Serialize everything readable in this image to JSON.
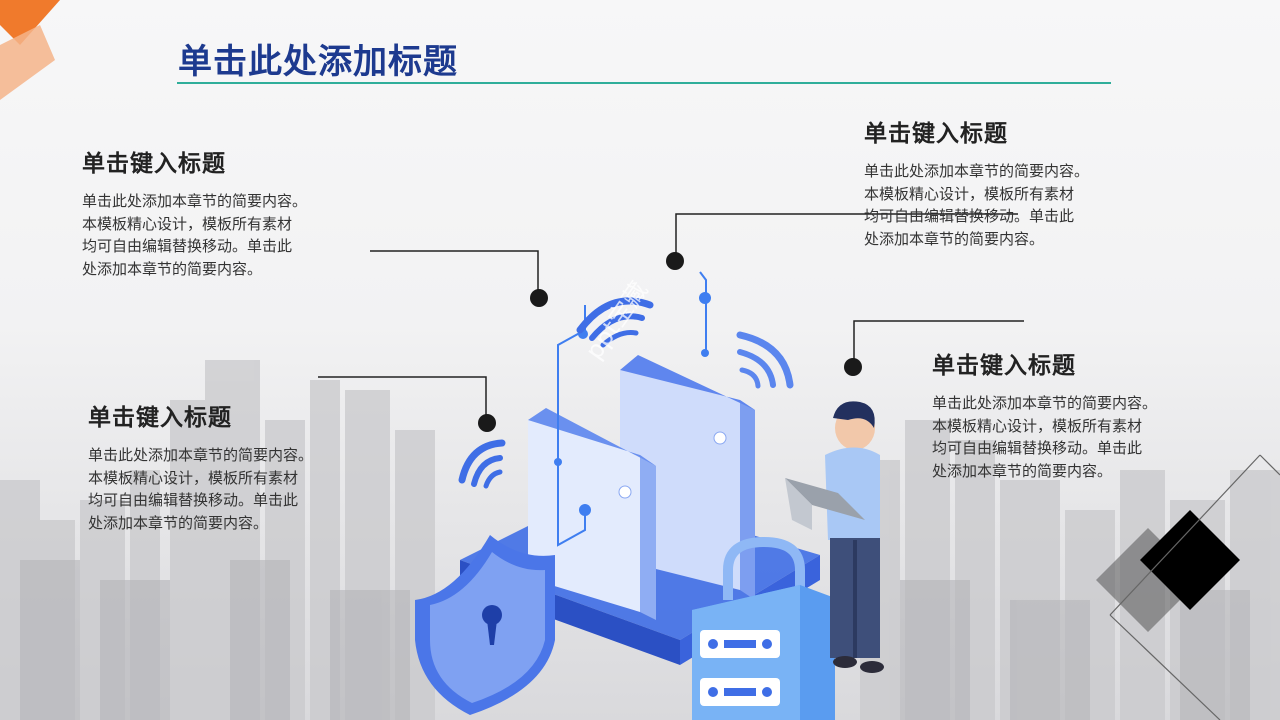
{
  "slide": {
    "title": "单击此处添加标题",
    "watermark": "ppt宝藏"
  },
  "blocks": [
    {
      "heading": "单击键入标题",
      "lines": [
        "单击此处添加本章节的简要内容。",
        "本模板精心设计，模板所有素材",
        "均可自由编辑替换移动。单击此",
        "处添加本章节的简要内容。"
      ]
    },
    {
      "heading": "单击键入标题",
      "lines": [
        "单击此处添加本章节的简要内容。",
        "本模板精心设计，模板所有素材",
        "均可自由编辑替换移动。单击此",
        "处添加本章节的简要内容。"
      ]
    },
    {
      "heading": "单击键入标题",
      "lines": [
        "单击此处添加本章节的简要内容。",
        "本模板精心设计，模板所有素材",
        "均可自由编辑替换移动。单击此",
        "处添加本章节的简要内容。"
      ]
    },
    {
      "heading": "单击键入标题",
      "lines": [
        "单击此处添加本章节的简要内容。",
        "本模板精心设计，模板所有素材",
        "均可自由编辑替换移动。单击此",
        "处添加本章节的简要内容。"
      ]
    }
  ],
  "colors": {
    "title": "#1d3a8f",
    "title_underline": "#2fae9a",
    "accent_orange": "#f07a2c",
    "illustration_blue": "#3f6ee6"
  },
  "icons": [
    "shield-lock-icon",
    "padlock-icon",
    "wifi-signal-icon",
    "server-door-icon",
    "person-laptop-icon"
  ]
}
